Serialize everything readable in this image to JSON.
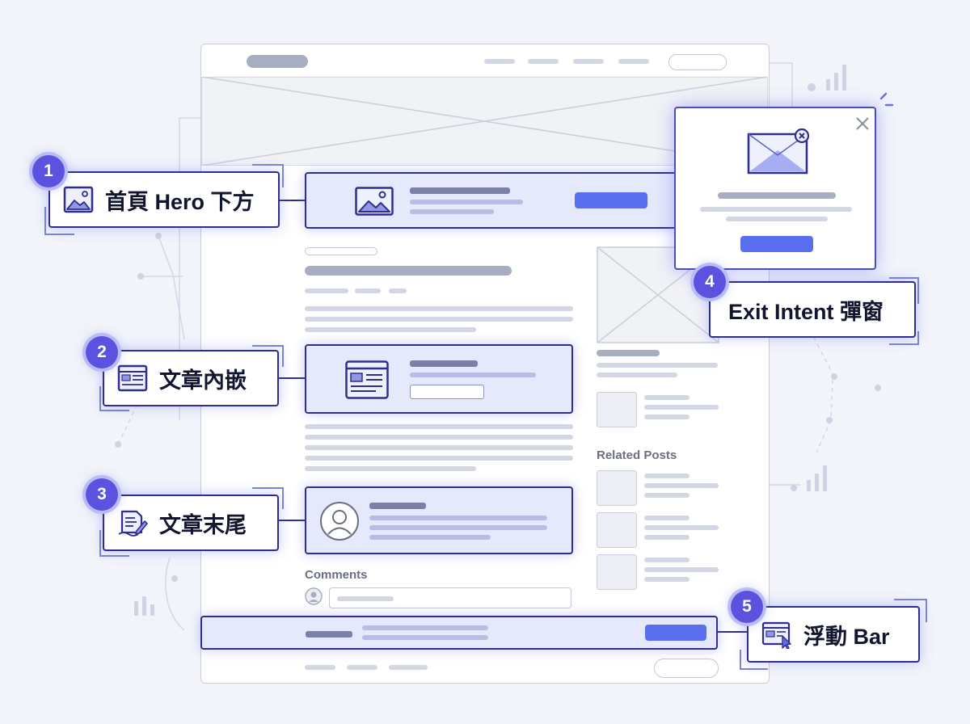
{
  "callouts": [
    {
      "number": "1",
      "label": "首頁 Hero 下方",
      "icon": "image-icon"
    },
    {
      "number": "2",
      "label": "文章內嵌",
      "icon": "article-layout-icon"
    },
    {
      "number": "3",
      "label": "文章末尾",
      "icon": "document-pen-icon"
    },
    {
      "number": "4",
      "label": "Exit Intent 彈窗",
      "icon": "popup-icon"
    },
    {
      "number": "5",
      "label": "浮動 Bar",
      "icon": "window-cursor-icon"
    }
  ],
  "wireframe": {
    "sidebar_heading": "Related Posts",
    "comments_heading": "Comments"
  },
  "colors": {
    "accent": "#5a6ff0",
    "outline": "#2f2d8f",
    "badge": "#5b52e0",
    "slot_fill": "#e6e9fb"
  }
}
